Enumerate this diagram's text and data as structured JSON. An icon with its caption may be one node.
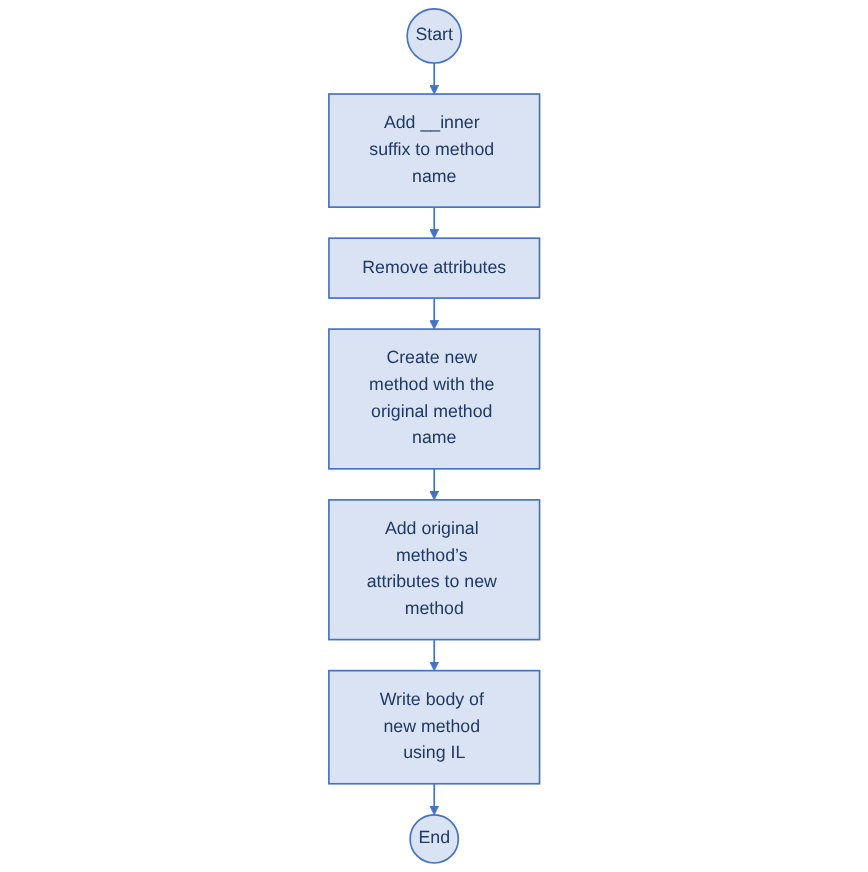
{
  "diagram": {
    "nodes": [
      {
        "text": [
          "Start"
        ]
      },
      {
        "text": [
          "Add __inner suffix to method name"
        ]
      },
      {
        "text": [
          "Remove attributes"
        ]
      },
      {
        "text": [
          "Create new method with the original method name"
        ]
      },
      {
        "text": [
          "Add original method’s attributes to new method"
        ]
      },
      {
        "text": [
          "Write body of new method using IL"
        ]
      },
      {
        "text": [
          "End"
        ]
      }
    ],
    "edges": [
      {
        "from": 0,
        "to": 1,
        "arrow": "to"
      },
      {
        "from": 1,
        "to": 2,
        "arrow": "to"
      },
      {
        "from": 2,
        "to": 3,
        "arrow": "to"
      },
      {
        "from": 3,
        "to": 4,
        "arrow": "to"
      },
      {
        "from": 4,
        "to": 5,
        "arrow": "to"
      },
      {
        "from": 5,
        "to": 6,
        "arrow": "to"
      }
    ]
  }
}
